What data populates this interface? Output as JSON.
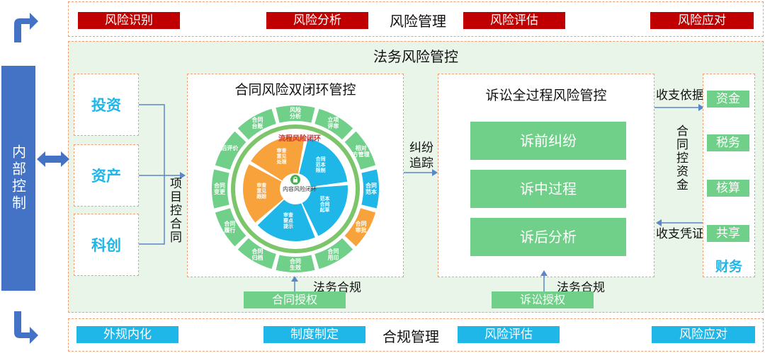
{
  "top_bar": {
    "title": "风险管理",
    "tags": [
      "风险识别",
      "风险分析",
      "风险评估",
      "风险应对"
    ]
  },
  "bottom_bar": {
    "title": "合规管理",
    "tags": [
      "外规内化",
      "制度制定",
      "风险评估",
      "风险应对"
    ]
  },
  "left_panel": {
    "label": "内部控制"
  },
  "main": {
    "title": "法务风险管控",
    "investments": [
      "投资",
      "资产",
      "科创"
    ],
    "project_label": "项目控合同",
    "contract_panel": {
      "title": "合同风险双闭环管控",
      "outer_ring": [
        "风险分析",
        "立项评审",
        "相对方管理",
        "合同范本",
        "合同审批",
        "合同用印",
        "合同生效",
        "合同归档",
        "合同履行",
        "合同变更",
        "后评价",
        "合同台账"
      ],
      "inner_title": "流程风险闭环",
      "inner_sub": "内容风险闭环",
      "inner_segments": [
        "审查意见处理",
        "合同范本限制",
        "范本合同起草",
        "审查要点提示",
        "审查意见跟踪"
      ]
    },
    "dispute_label": "纠纷追踪",
    "litigation_panel": {
      "title": "诉讼全过程风险管控",
      "stages": [
        "诉前纠纷",
        "诉中过程",
        "诉后分析"
      ]
    },
    "finance": {
      "income_basis": "收支依据",
      "contract_funds": "合同控资金",
      "income_voucher": "收支凭证",
      "items": [
        "资金",
        "税务",
        "核算",
        "共享"
      ],
      "label": "财务"
    },
    "legal_compliance_1": "法务合规",
    "legal_compliance_2": "法务合规",
    "contract_auth": "合同授权",
    "litigation_auth": "诉讼授权"
  },
  "colors": {
    "red": "#c00000",
    "blue": "#1fb6e8",
    "green": "#70cf88",
    "navy": "#4472c4",
    "orange": "#f7a23b"
  }
}
